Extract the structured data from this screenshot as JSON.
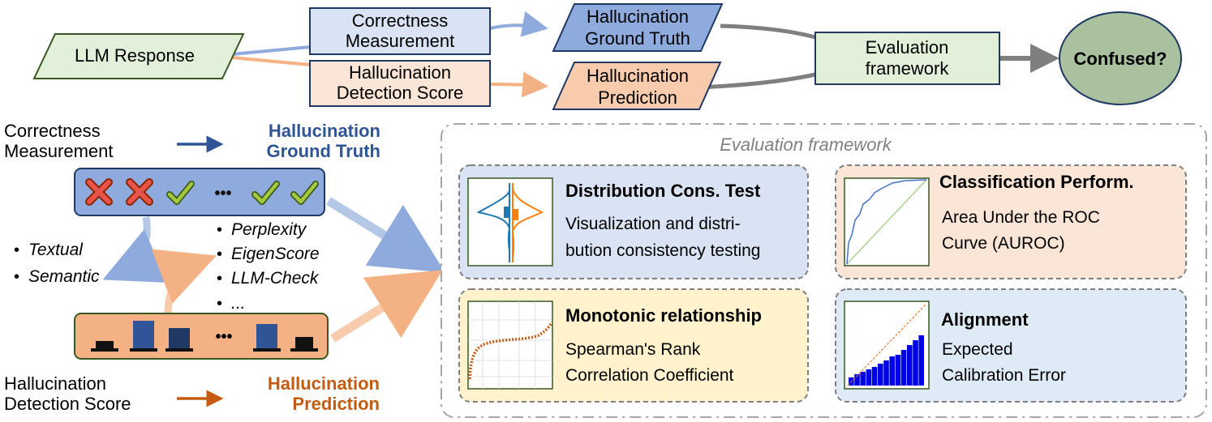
{
  "flow": {
    "llm_response": "LLM Response",
    "correctness_measurement": [
      "Correctness",
      "Measurement"
    ],
    "detection_score": [
      "Hallucination",
      "Detection Score"
    ],
    "ground_truth": [
      "Hallucination",
      "Ground Truth"
    ],
    "prediction": [
      "Hallucination",
      "Prediction"
    ],
    "evaluation_framework": [
      "Evaluation",
      "framework"
    ],
    "confused": "Confused?"
  },
  "left": {
    "correctness_label": [
      "Correctness",
      "Measurement"
    ],
    "ground_truth_label": [
      "Hallucination",
      "Ground Truth"
    ],
    "detection_label": [
      "Hallucination",
      "Detection Score"
    ],
    "prediction_label": [
      "Hallucination",
      "Prediction"
    ],
    "measure_types": [
      "Textual",
      "Semantic"
    ],
    "detection_methods": [
      "Perplexity",
      "EigenScore",
      "LLM-Check",
      "..."
    ],
    "bullet": "•",
    "ellipsis": "•••"
  },
  "framework": {
    "title": "Evaluation framework",
    "panels": [
      {
        "title": "Distribution Cons. Test",
        "lines": [
          "Visualization and distri-",
          "bution consistency testing"
        ]
      },
      {
        "title": "Classification Perform.",
        "lines": [
          "Area Under the ROC",
          "Curve (AUROC)"
        ]
      },
      {
        "title": "Monotonic relationship",
        "lines": [
          "Spearman's Rank",
          "Correlation Coefficient"
        ]
      },
      {
        "title": "Alignment",
        "lines": [
          "Expected",
          "Calibration Error"
        ]
      }
    ]
  },
  "colors": {
    "blue_fill": "#dae3f3",
    "blue_dark": "#2f5597",
    "blue_mid": "#8faadc",
    "orange_fill": "#fbe5d6",
    "orange_mid": "#f4b183",
    "orange_dark": "#c55a11",
    "green_fill": "#e2f0d9",
    "green_dark": "#385723",
    "confused_fill": "#a9c19e",
    "yellow_fill": "#fff2cc",
    "gray": "#7f7f7f"
  },
  "icons": [
    "cross-icon",
    "check-icon",
    "bar-icon",
    "violin-plot-icon",
    "roc-curve-icon",
    "scatter-curve-icon",
    "calibration-histogram-icon"
  ]
}
